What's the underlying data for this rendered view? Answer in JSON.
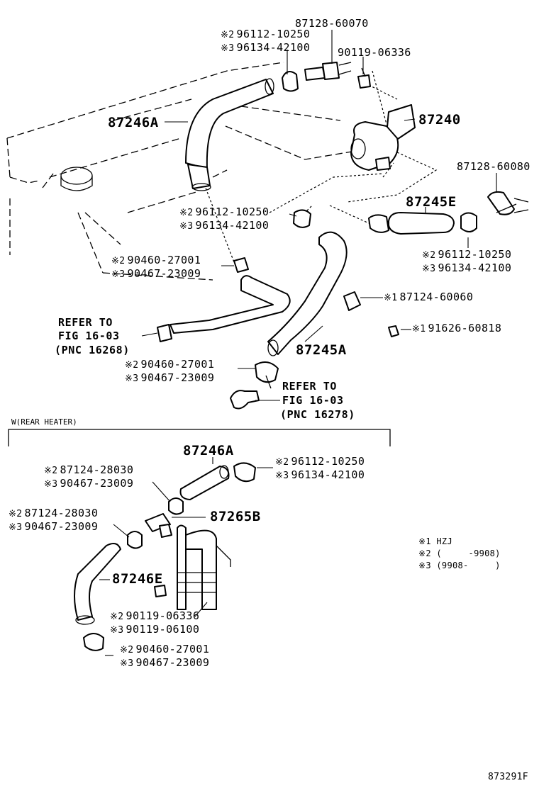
{
  "top_parts": {
    "p87128_60070": "87128-60070",
    "clamp_top_a": {
      "mark": "※2",
      "number": "96112-10250"
    },
    "clamp_top_b": {
      "mark": "※3",
      "number": "96134-42100"
    },
    "p90119_06336": "90119-06336",
    "p87240": "87240",
    "p87246A_top": "87246A",
    "p87128_60080": "87128-60080",
    "p87245E": "87245E",
    "clamp_mid_a": {
      "mark": "※2",
      "number": "96112-10250"
    },
    "clamp_mid_b": {
      "mark": "※3",
      "number": "96134-42100"
    },
    "clamp_right_a": {
      "mark": "※2",
      "number": "96112-10250"
    },
    "clamp_right_b": {
      "mark": "※3",
      "number": "96134-42100"
    },
    "clamp_left_a": {
      "mark": "※2",
      "number": "90460-27001"
    },
    "clamp_left_b": {
      "mark": "※3",
      "number": "90467-23009"
    },
    "bracket_a": {
      "mark": "※1",
      "number": "87124-60060"
    },
    "bolt_a": {
      "mark": "※1",
      "number": "91626-60818"
    },
    "p87245A": "87245A",
    "refer1": {
      "line1": "REFER TO",
      "line2": "FIG 16-03",
      "line3": "(PNC 16268)"
    },
    "clamp_low_a": {
      "mark": "※2",
      "number": "90460-27001"
    },
    "clamp_low_b": {
      "mark": "※3",
      "number": "90467-23009"
    },
    "refer2": {
      "line1": "REFER TO",
      "line2": "FIG 16-03",
      "line3": "(PNC 16278)"
    }
  },
  "rear_heater": {
    "section_title": "W(REAR HEATER)",
    "p87246A": "87246A",
    "clamp_r_a": {
      "mark": "※2",
      "number": "96112-10250"
    },
    "clamp_r_b": {
      "mark": "※3",
      "number": "96134-42100"
    },
    "clamp_1_a": {
      "mark": "※2",
      "number": "87124-28030"
    },
    "clamp_1_b": {
      "mark": "※3",
      "number": "90467-23009"
    },
    "clamp_2_a": {
      "mark": "※2",
      "number": "87124-28030"
    },
    "clamp_2_b": {
      "mark": "※3",
      "number": "90467-23009"
    },
    "p87265B": "87265B",
    "p87246E": "87246E",
    "bolt_b_a": {
      "mark": "※2",
      "number": "90119-06336"
    },
    "bolt_b_b": {
      "mark": "※3",
      "number": "90119-06100"
    },
    "clamp_bot_a": {
      "mark": "※2",
      "number": "90460-27001"
    },
    "clamp_bot_b": {
      "mark": "※3",
      "number": "90467-23009"
    }
  },
  "legend": {
    "l1": "※1 HZJ",
    "l2": "※2 (     -9908)",
    "l3": "※3 (9908-     )"
  },
  "figure_code": "873291F"
}
